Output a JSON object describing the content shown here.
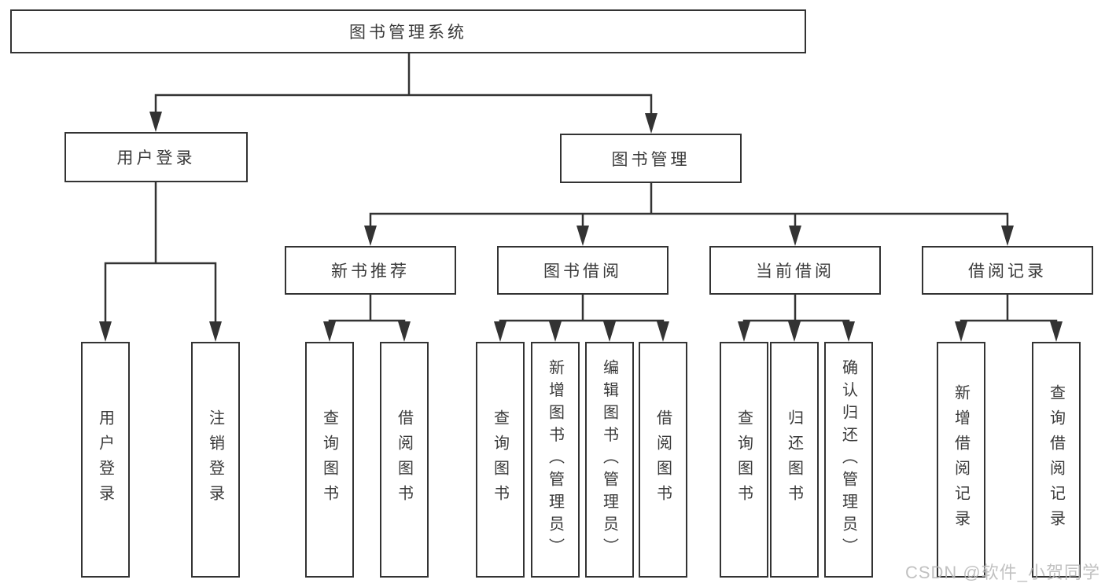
{
  "diagram": {
    "root": {
      "label": "图书管理系统"
    },
    "level2": [
      {
        "label": "用户登录"
      },
      {
        "label": "图书管理"
      }
    ],
    "level3": [
      {
        "label": "新书推荐",
        "parent": "图书管理"
      },
      {
        "label": "图书借阅",
        "parent": "图书管理"
      },
      {
        "label": "当前借阅",
        "parent": "图书管理"
      },
      {
        "label": "借阅记录",
        "parent": "图书管理"
      }
    ],
    "leaves": [
      {
        "label": "用户登录",
        "parent": "用户登录"
      },
      {
        "label": "注销登录",
        "parent": "用户登录"
      },
      {
        "label": "查询图书",
        "parent": "新书推荐"
      },
      {
        "label": "借阅图书",
        "parent": "新书推荐"
      },
      {
        "label": "查询图书",
        "parent": "图书借阅"
      },
      {
        "label": "新增图书（管理员）",
        "parent": "图书借阅"
      },
      {
        "label": "编辑图书（管理员）",
        "parent": "图书借阅"
      },
      {
        "label": "借阅图书",
        "parent": "图书借阅"
      },
      {
        "label": "查询图书",
        "parent": "当前借阅"
      },
      {
        "label": "归还图书",
        "parent": "当前借阅"
      },
      {
        "label": "确认归还（管理员）",
        "parent": "当前借阅"
      },
      {
        "label": "新增借阅记录",
        "parent": "借阅记录"
      },
      {
        "label": "查询借阅记录",
        "parent": "借阅记录"
      }
    ]
  },
  "watermark": "CSDN @软件_小贺同学",
  "colors": {
    "line": "#333333",
    "box_border": "#333333",
    "box_fill": "#ffffff",
    "text": "#3a3a3a",
    "watermark": "#b9b9b9"
  }
}
